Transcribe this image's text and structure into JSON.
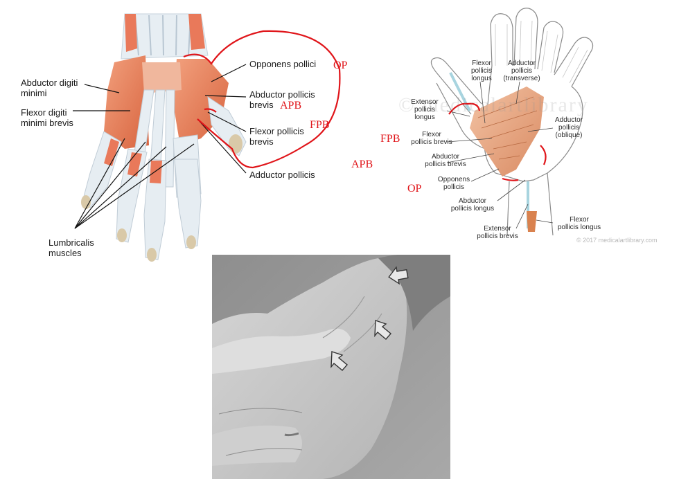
{
  "left_diagram": {
    "labels": {
      "abductor_digiti_minimi": "Abductor digiti\nminimi",
      "flexor_digiti_minimi_brevis": "Flexor digiti\nminimi brevis",
      "lumbricalis": "Lumbricalis\nmuscles",
      "opponens_pollicis": "Opponens pollici",
      "abductor_pollicis_brevis": "Abductor pollicis\nbrevis",
      "flexor_pollicis_brevis": "Flexor pollicis\nbrevis",
      "adductor_pollicis": "Adductor pollicis"
    },
    "annotations": {
      "op": "OP",
      "apb": "APB",
      "fpb": "FPB"
    }
  },
  "right_diagram": {
    "labels": {
      "flexor_pollicis_longus_top": "Flexor\npollicis\nlongus",
      "adductor_transverse": "Adductor\npollicis\n(transverse)",
      "extensor_pollicis_longus": "Extensor\npollicis\nlongus",
      "flexor_pollicis_brevis": "Flexor\npollicis brevis",
      "abductor_pollicis_brevis": "Abductor\npollicis brevis",
      "opponens_pollicis": "Opponens\npollicis",
      "abductor_pollicis_longus": "Abductor\npollicis longus",
      "extensor_pollicis_brevis": "Extensor\npollicis brevis",
      "adductor_oblique": "Adductor\npollicis\n(oblique)",
      "flexor_pollicis_longus_bottom": "Flexor\npollicis longus"
    },
    "watermark": "© 2017 medicalartlibrary.com",
    "watermark_big": "© medicalartlibrary",
    "annotations": {
      "fpb": "FPB",
      "apb": "APB",
      "op": "OP"
    }
  },
  "photo": {
    "arrows": 3
  },
  "colors": {
    "annotation_red": "#e0151a",
    "muscle": "#e0764f",
    "tendon": "#dfe7ee",
    "photo_bg": "#9a9a9a"
  }
}
